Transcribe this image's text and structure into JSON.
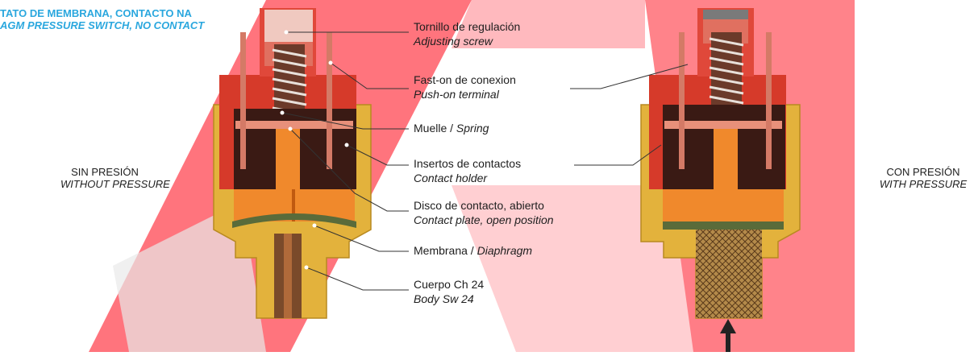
{
  "header": {
    "line1": "TATO DE MEMBRANA, CONTACTO NA",
    "line2": "AGM PRESSURE SWITCH, NO CONTACT"
  },
  "left_state": {
    "es": "SIN PRESIÓN",
    "en": "WITHOUT PRESSURE"
  },
  "right_state": {
    "es": "CON PRESIÓN",
    "en": "WITH PRESSURE"
  },
  "callouts": [
    {
      "es": "Tornillo de regulación",
      "en": "Adjusting screw"
    },
    {
      "es": "Fast-on de conexion",
      "en": "Push-on terminal"
    },
    {
      "es": "Muelle / ",
      "en": "Spring"
    },
    {
      "es": "Insertos de contactos",
      "en": "Contact holder"
    },
    {
      "es": "Disco de contacto, abierto",
      "en": "Contact plate, open position"
    },
    {
      "es": "Membrana / ",
      "en": "Diaphragm"
    },
    {
      "es": "Cuerpo Ch 24",
      "en": "Body Sw 24"
    }
  ],
  "colors": {
    "header_blue": "#2aa7de",
    "watermark_red": "#ff5c66",
    "body_brass": "#e3b23c",
    "housing_red": "#d63a2a",
    "insert_orange": "#f0892c",
    "dark_cavity": "#3a1a14"
  }
}
